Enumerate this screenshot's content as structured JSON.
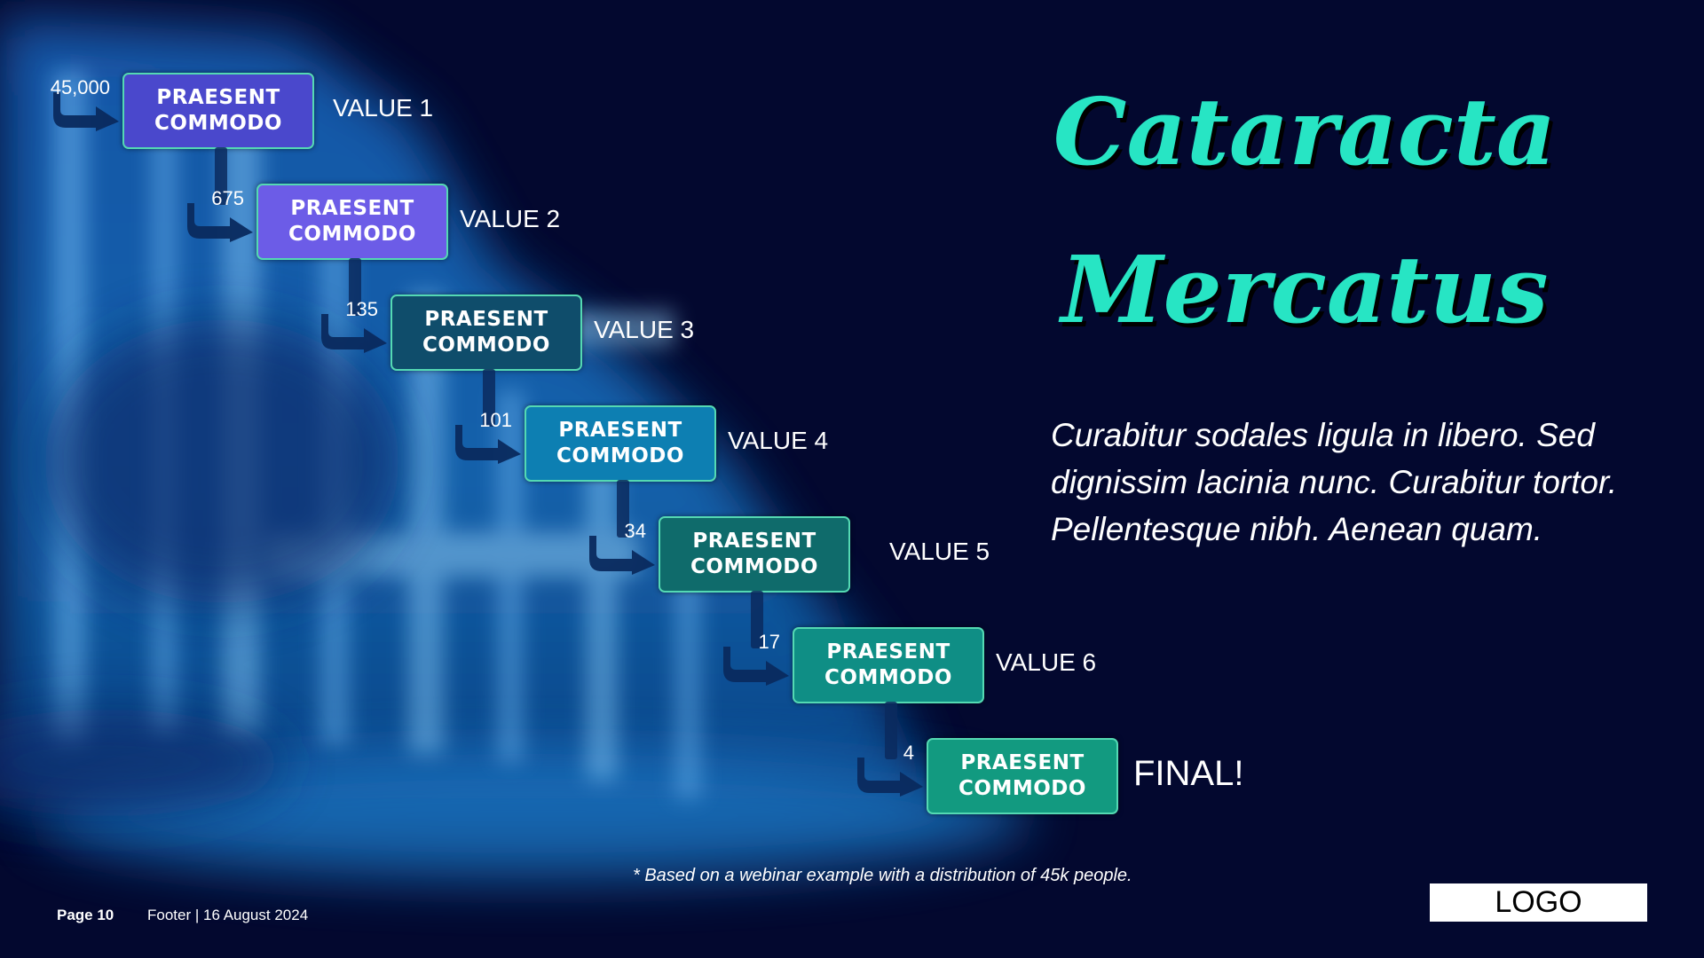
{
  "title": {
    "line1": "Cataracta",
    "line2": "Mercatus"
  },
  "body": "Curabitur sodales ligula in libero. Sed dignissim lacinia nunc. Curabitur tortor. Pellentesque nibh. Aenean quam.",
  "steps": [
    {
      "count": "45,000",
      "label_top": "PRAESENT",
      "label_bottom": "COMMODO",
      "value": "VALUE 1",
      "color": "#4a48cc"
    },
    {
      "count": "675",
      "label_top": "PRAESENT",
      "label_bottom": "COMMODO",
      "value": "VALUE 2",
      "color": "#6c5ce7"
    },
    {
      "count": "135",
      "label_top": "PRAESENT",
      "label_bottom": "COMMODO",
      "value": "VALUE 3",
      "color": "#0f4d6b"
    },
    {
      "count": "101",
      "label_top": "PRAESENT",
      "label_bottom": "COMMODO",
      "value": "VALUE 4",
      "color": "#0d7fb2"
    },
    {
      "count": "34",
      "label_top": "PRAESENT",
      "label_bottom": "COMMODO",
      "value": "VALUE 5",
      "color": "#0f6b6b"
    },
    {
      "count": "17",
      "label_top": "PRAESENT",
      "label_bottom": "COMMODO",
      "value": "VALUE 6",
      "color": "#0f8e85"
    },
    {
      "count": "4",
      "label_top": "PRAESENT",
      "label_bottom": "COMMODO",
      "value": "FINAL!",
      "color": "#129a80"
    }
  ],
  "footnote": "* Based on a webinar example with a distribution of 45k people.",
  "footer": {
    "page": "Page 10",
    "text": "Footer | 16 August 2024"
  },
  "logo": "LOGO",
  "colors": {
    "title": "#27e5c4",
    "background": "#03082f",
    "box_border": "#54d9b3",
    "arrow": "#0a2a5e"
  }
}
